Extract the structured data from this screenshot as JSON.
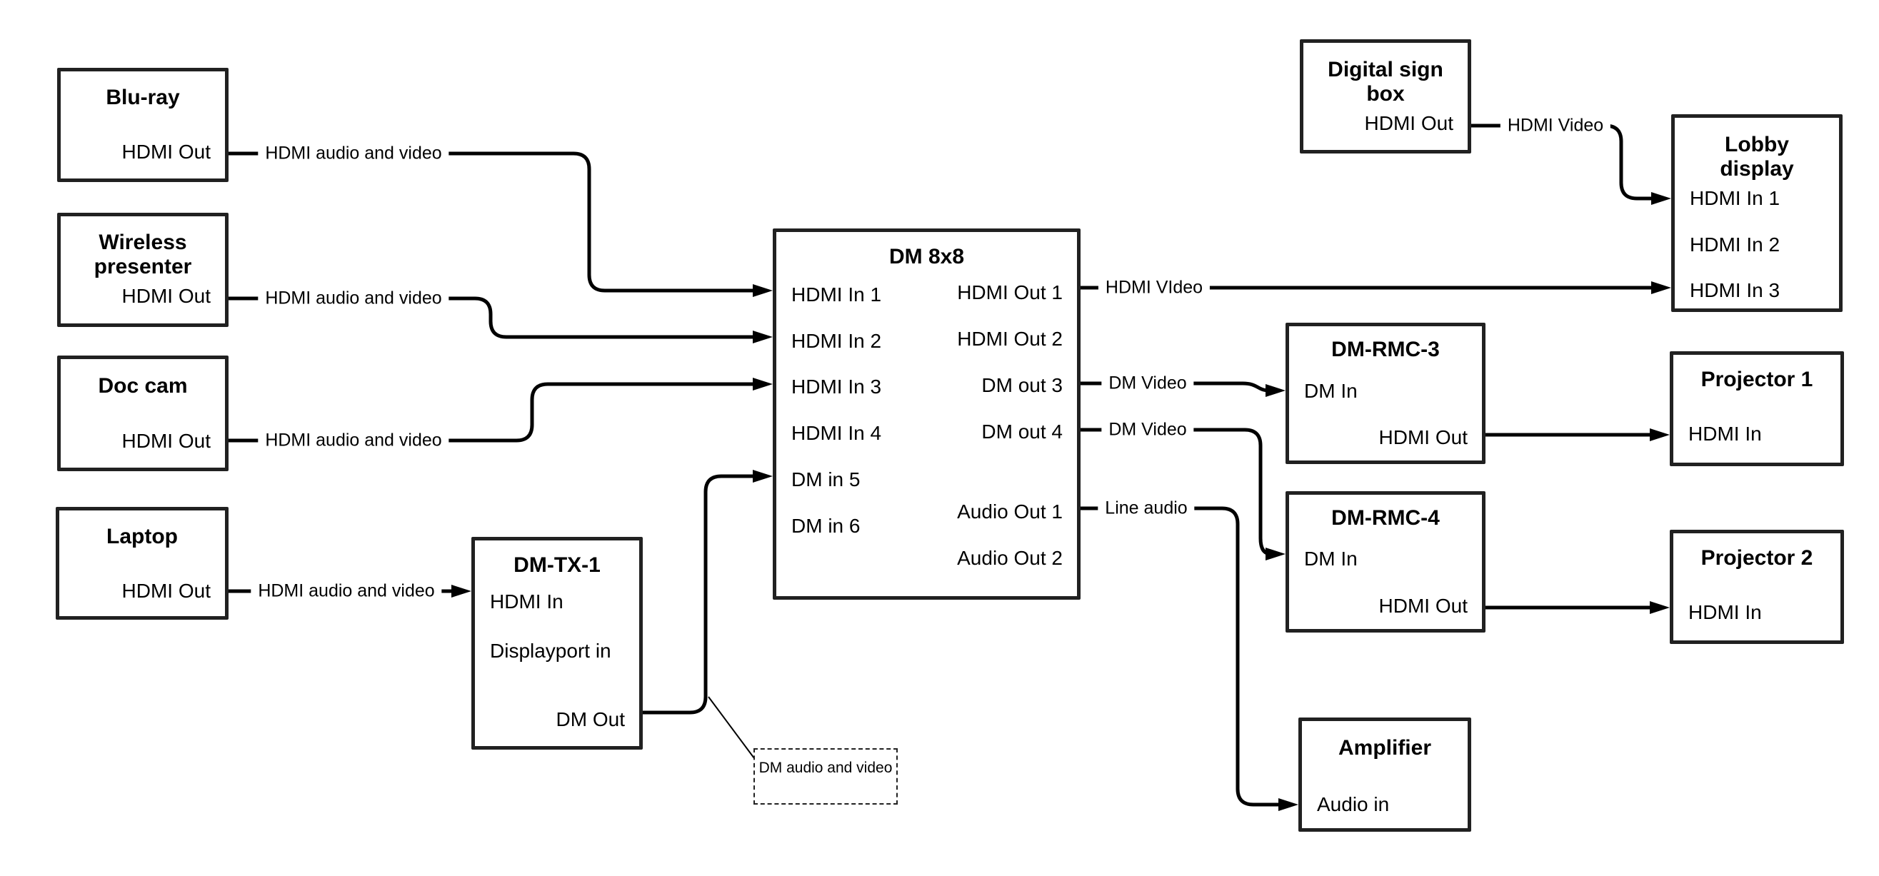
{
  "diagram": {
    "background": "#ffffff",
    "line_color": "#000000",
    "border_color": "#212121",
    "type": "av-signal-flow-diagram"
  },
  "nodes": {
    "bluray": {
      "title": "Blu-ray",
      "ports": {
        "hdmi_out": "HDMI Out"
      }
    },
    "wireless": {
      "title": "Wireless presenter",
      "ports": {
        "hdmi_out": "HDMI Out"
      }
    },
    "doccam": {
      "title": "Doc cam",
      "ports": {
        "hdmi_out": "HDMI Out"
      }
    },
    "laptop": {
      "title": "Laptop",
      "ports": {
        "hdmi_out": "HDMI Out"
      }
    },
    "dmtx1": {
      "title": "DM-TX-1",
      "ports": {
        "hdmi_in": "HDMI In",
        "displayport_in": "Displayport in",
        "dm_out": "DM Out"
      }
    },
    "dm8x8": {
      "title": "DM 8x8",
      "inputs": [
        "HDMI In 1",
        "HDMI In 2",
        "HDMI In 3",
        "HDMI In 4",
        "DM in 5",
        "DM in 6"
      ],
      "outputs": [
        "HDMI Out 1",
        "HDMI Out 2",
        "DM out 3",
        "DM out 4",
        "Audio Out 1",
        "Audio Out 2"
      ]
    },
    "digisign": {
      "title": "Digital sign box",
      "ports": {
        "hdmi_out": "HDMI Out"
      }
    },
    "lobby": {
      "title": "Lobby display",
      "inputs": [
        "HDMI In 1",
        "HDMI In 2",
        "HDMI In 3"
      ]
    },
    "rmc3": {
      "title": "DM-RMC-3",
      "ports": {
        "dm_in": "DM In",
        "hdmi_out": "HDMI Out"
      }
    },
    "proj1": {
      "title": "Projector 1",
      "ports": {
        "hdmi_in": "HDMI In"
      }
    },
    "rmc4": {
      "title": "DM-RMC-4",
      "ports": {
        "dm_in": "DM In",
        "hdmi_out": "HDMI Out"
      }
    },
    "proj2": {
      "title": "Projector 2",
      "ports": {
        "hdmi_in": "HDMI In"
      }
    },
    "amp": {
      "title": "Amplifier",
      "ports": {
        "audio_in": "Audio in"
      }
    }
  },
  "connections": [
    {
      "from": "Blu-ray HDMI Out",
      "to": "DM 8x8 HDMI In 1",
      "label": "HDMI audio and video"
    },
    {
      "from": "Wireless presenter HDMI Out",
      "to": "DM 8x8 HDMI In 2",
      "label": "HDMI audio and video"
    },
    {
      "from": "Doc cam HDMI Out",
      "to": "DM 8x8 HDMI In 3",
      "label": "HDMI audio and video"
    },
    {
      "from": "Laptop HDMI Out",
      "to": "DM-TX-1 HDMI In",
      "label": "HDMI audio and video"
    },
    {
      "from": "DM-TX-1 DM Out",
      "to": "DM 8x8 DM in 5",
      "label": null
    },
    {
      "from": "Digital sign box HDMI Out",
      "to": "Lobby display HDMI In 1",
      "label": "HDMI Video"
    },
    {
      "from": "DM 8x8 HDMI Out 1",
      "to": "Lobby display HDMI In 3",
      "label": "HDMI VIdeo"
    },
    {
      "from": "DM 8x8 DM out 3",
      "to": "DM-RMC-3 DM In",
      "label": "DM Video"
    },
    {
      "from": "DM 8x8 DM out 4",
      "to": "DM-RMC-4 DM In",
      "label": "DM Video"
    },
    {
      "from": "DM 8x8 Audio Out 1",
      "to": "Amplifier Audio in",
      "label": "Line audio"
    },
    {
      "from": "DM-RMC-3 HDMI Out",
      "to": "Projector 1 HDMI In",
      "label": null
    },
    {
      "from": "DM-RMC-4 HDMI Out",
      "to": "Projector 2 HDMI In",
      "label": null
    }
  ],
  "note": {
    "text": "DM audio and video"
  }
}
